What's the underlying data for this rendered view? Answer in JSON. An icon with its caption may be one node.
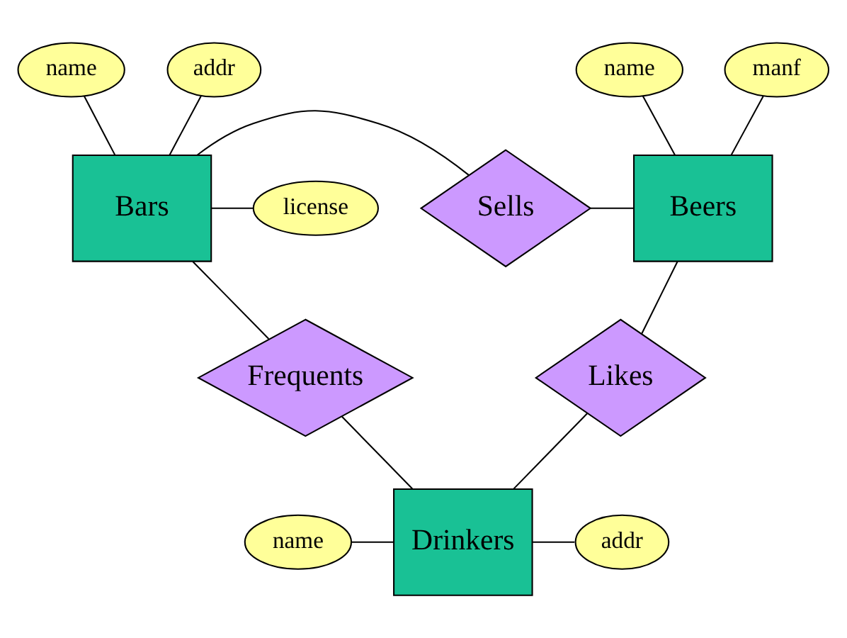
{
  "diagram": {
    "nodes": [
      {
        "text": [
          "name"
        ]
      },
      {
        "text": [
          "addr"
        ]
      },
      {
        "text": [
          "name"
        ]
      },
      {
        "text": [
          "manf"
        ]
      },
      {
        "text": [
          "Bars"
        ]
      },
      {
        "text": [
          "Sells"
        ]
      },
      {
        "text": [
          "Beers"
        ]
      },
      {
        "text": [
          "license"
        ]
      },
      {
        "text": [
          "Frequents"
        ]
      },
      {
        "text": [
          "Likes"
        ]
      },
      {
        "text": [
          "name"
        ]
      },
      {
        "text": [
          "Drinkers"
        ]
      },
      {
        "text": [
          "addr"
        ]
      }
    ],
    "edges": [
      {
        "from": 0,
        "to": 4,
        "arrow": "none"
      },
      {
        "from": 1,
        "to": 4,
        "arrow": "none"
      },
      {
        "from": 2,
        "to": 6,
        "arrow": "none"
      },
      {
        "from": 3,
        "to": 6,
        "arrow": "none"
      },
      {
        "from": 4,
        "to": 5,
        "arrow": "none"
      },
      {
        "from": 5,
        "to": 6,
        "arrow": "none"
      },
      {
        "from": 4,
        "to": 7,
        "arrow": "none"
      },
      {
        "from": 4,
        "to": 8,
        "arrow": "none"
      },
      {
        "from": 6,
        "to": 9,
        "arrow": "none"
      },
      {
        "from": 8,
        "to": 11,
        "arrow": "none"
      },
      {
        "from": 9,
        "to": 11,
        "arrow": "none"
      },
      {
        "from": 10,
        "to": 11,
        "arrow": "none"
      },
      {
        "from": 11,
        "to": 12,
        "arrow": "none"
      }
    ]
  }
}
